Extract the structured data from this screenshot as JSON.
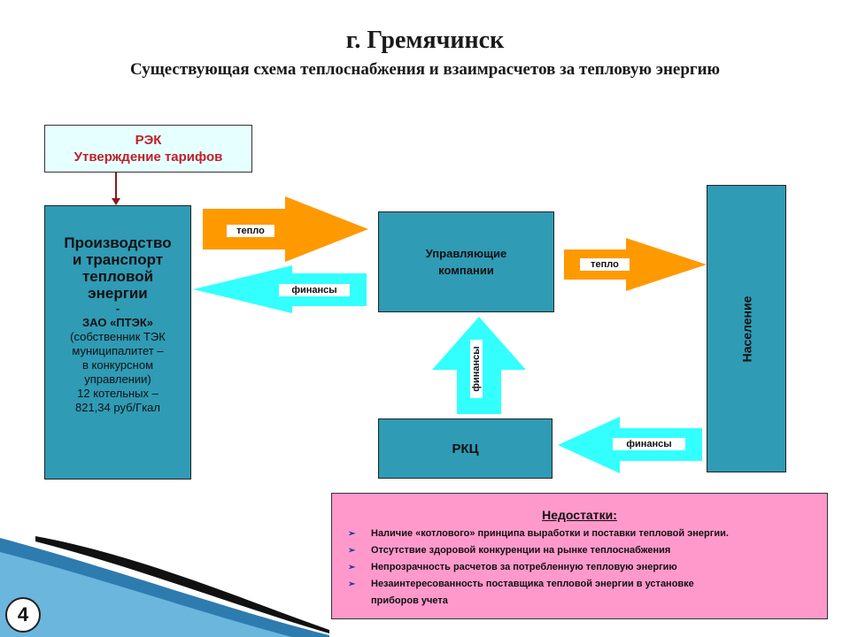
{
  "title": "г. Гремячинск",
  "subtitle": "Существующая схема теплоснабжения и взаимрасчетов за тепловую энергию",
  "rek": {
    "line1": "РЭК",
    "line2": "Утверждение тарифов"
  },
  "producer": {
    "line1": "Производство",
    "line2": "и транспорт",
    "line3": "тепловой",
    "line4": "энергии",
    "dash": "-",
    "company": "ЗАО «ПТЭК»",
    "detail1": "(собственник ТЭК",
    "detail2": "муниципалитет –",
    "detail3": "в конкурсном",
    "detail4": "управлении)",
    "detail5": "12 котельных –",
    "detail6": "821,34 руб/Гкал"
  },
  "management": {
    "line1": "Управляющие",
    "line2": "компании"
  },
  "rkc": "РКЦ",
  "population": "Население",
  "arrows": {
    "heat_to_management": "тепло",
    "finance_to_producer": "финансы",
    "heat_to_population": "тепло",
    "finance_to_rkc": "финансы",
    "finance_to_management": "финансы"
  },
  "colors": {
    "orange": "#ff9900",
    "cyan": "#33ffff",
    "teal": "#2f9bb5",
    "pink": "#ff99cc",
    "rek_text": "#c0202a"
  },
  "drawbacks": {
    "title": "Недостатки:",
    "items": [
      "Наличие «котлового» принципа выработки и поставки тепловой энергии.",
      "Отсутствие здоровой конкуренции на рынке теплоснабжения",
      "Непрозрачность расчетов за потребленную тепловую энергию",
      "Незаинтересованность поставщика тепловой энергии в установке",
      "приборов учета"
    ]
  },
  "slide_number": "4"
}
